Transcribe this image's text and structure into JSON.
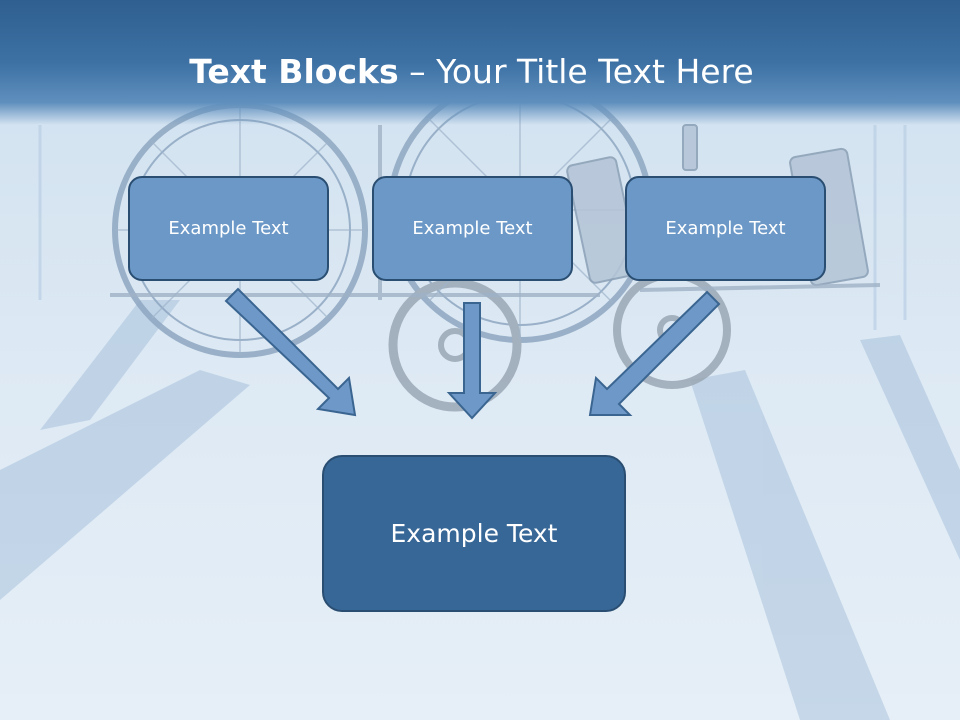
{
  "slide": {
    "title_bold": "Text Blocks",
    "title_dash": " – ",
    "title_rest": "Your Title Text Here"
  },
  "blocks": [
    {
      "label": "Example Text"
    },
    {
      "label": "Example Text"
    },
    {
      "label": "Example Text"
    }
  ],
  "target": {
    "label": "Example Text"
  },
  "colors": {
    "header": "#3d71a4",
    "small_box_fill": "#6b98c7",
    "big_box_fill": "#376797",
    "box_border": "#2a4e72",
    "arrow_fill": "#6e98c7",
    "arrow_stroke": "#3a6591"
  }
}
